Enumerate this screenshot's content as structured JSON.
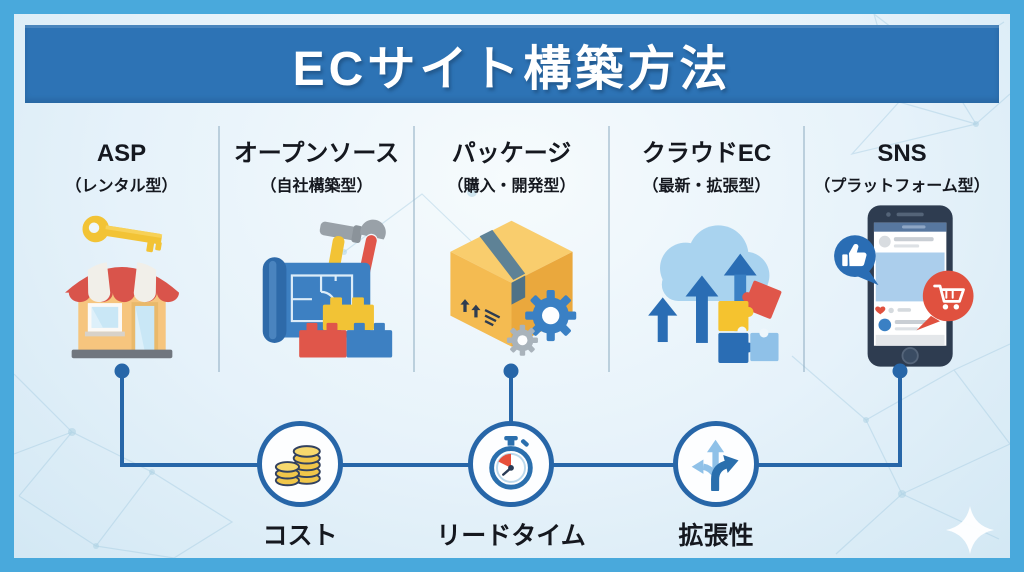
{
  "title": "ECサイト構築方法",
  "columns": [
    {
      "name": "ASP",
      "subtitle": "（レンタル型）",
      "icon": "storefront-key-icon"
    },
    {
      "name": "オープンソース",
      "subtitle": "（自社構築型）",
      "icon": "blueprint-tools-icon"
    },
    {
      "name": "パッケージ",
      "subtitle": "（購入・開発型）",
      "icon": "package-box-gears-icon"
    },
    {
      "name": "クラウドEC",
      "subtitle": "（最新・拡張型）",
      "icon": "cloud-arrows-puzzle-icon"
    },
    {
      "name": "SNS",
      "subtitle": "（プラットフォーム型）",
      "icon": "smartphone-social-icon"
    }
  ],
  "factors": [
    {
      "label": "コスト",
      "icon": "coins-icon"
    },
    {
      "label": "リードタイム",
      "icon": "stopwatch-icon"
    },
    {
      "label": "拡張性",
      "icon": "branching-arrows-icon"
    }
  ],
  "colors": {
    "frame_border": "#49a9dc",
    "banner_blue": "#2d73b5",
    "background_light": "#e6f2fa",
    "connector_blue": "#2766a8",
    "heading_text": "#15181f",
    "accent_red": "#d9544b",
    "accent_yellow": "#f2c335",
    "accent_light_blue": "#8fc1e8"
  }
}
